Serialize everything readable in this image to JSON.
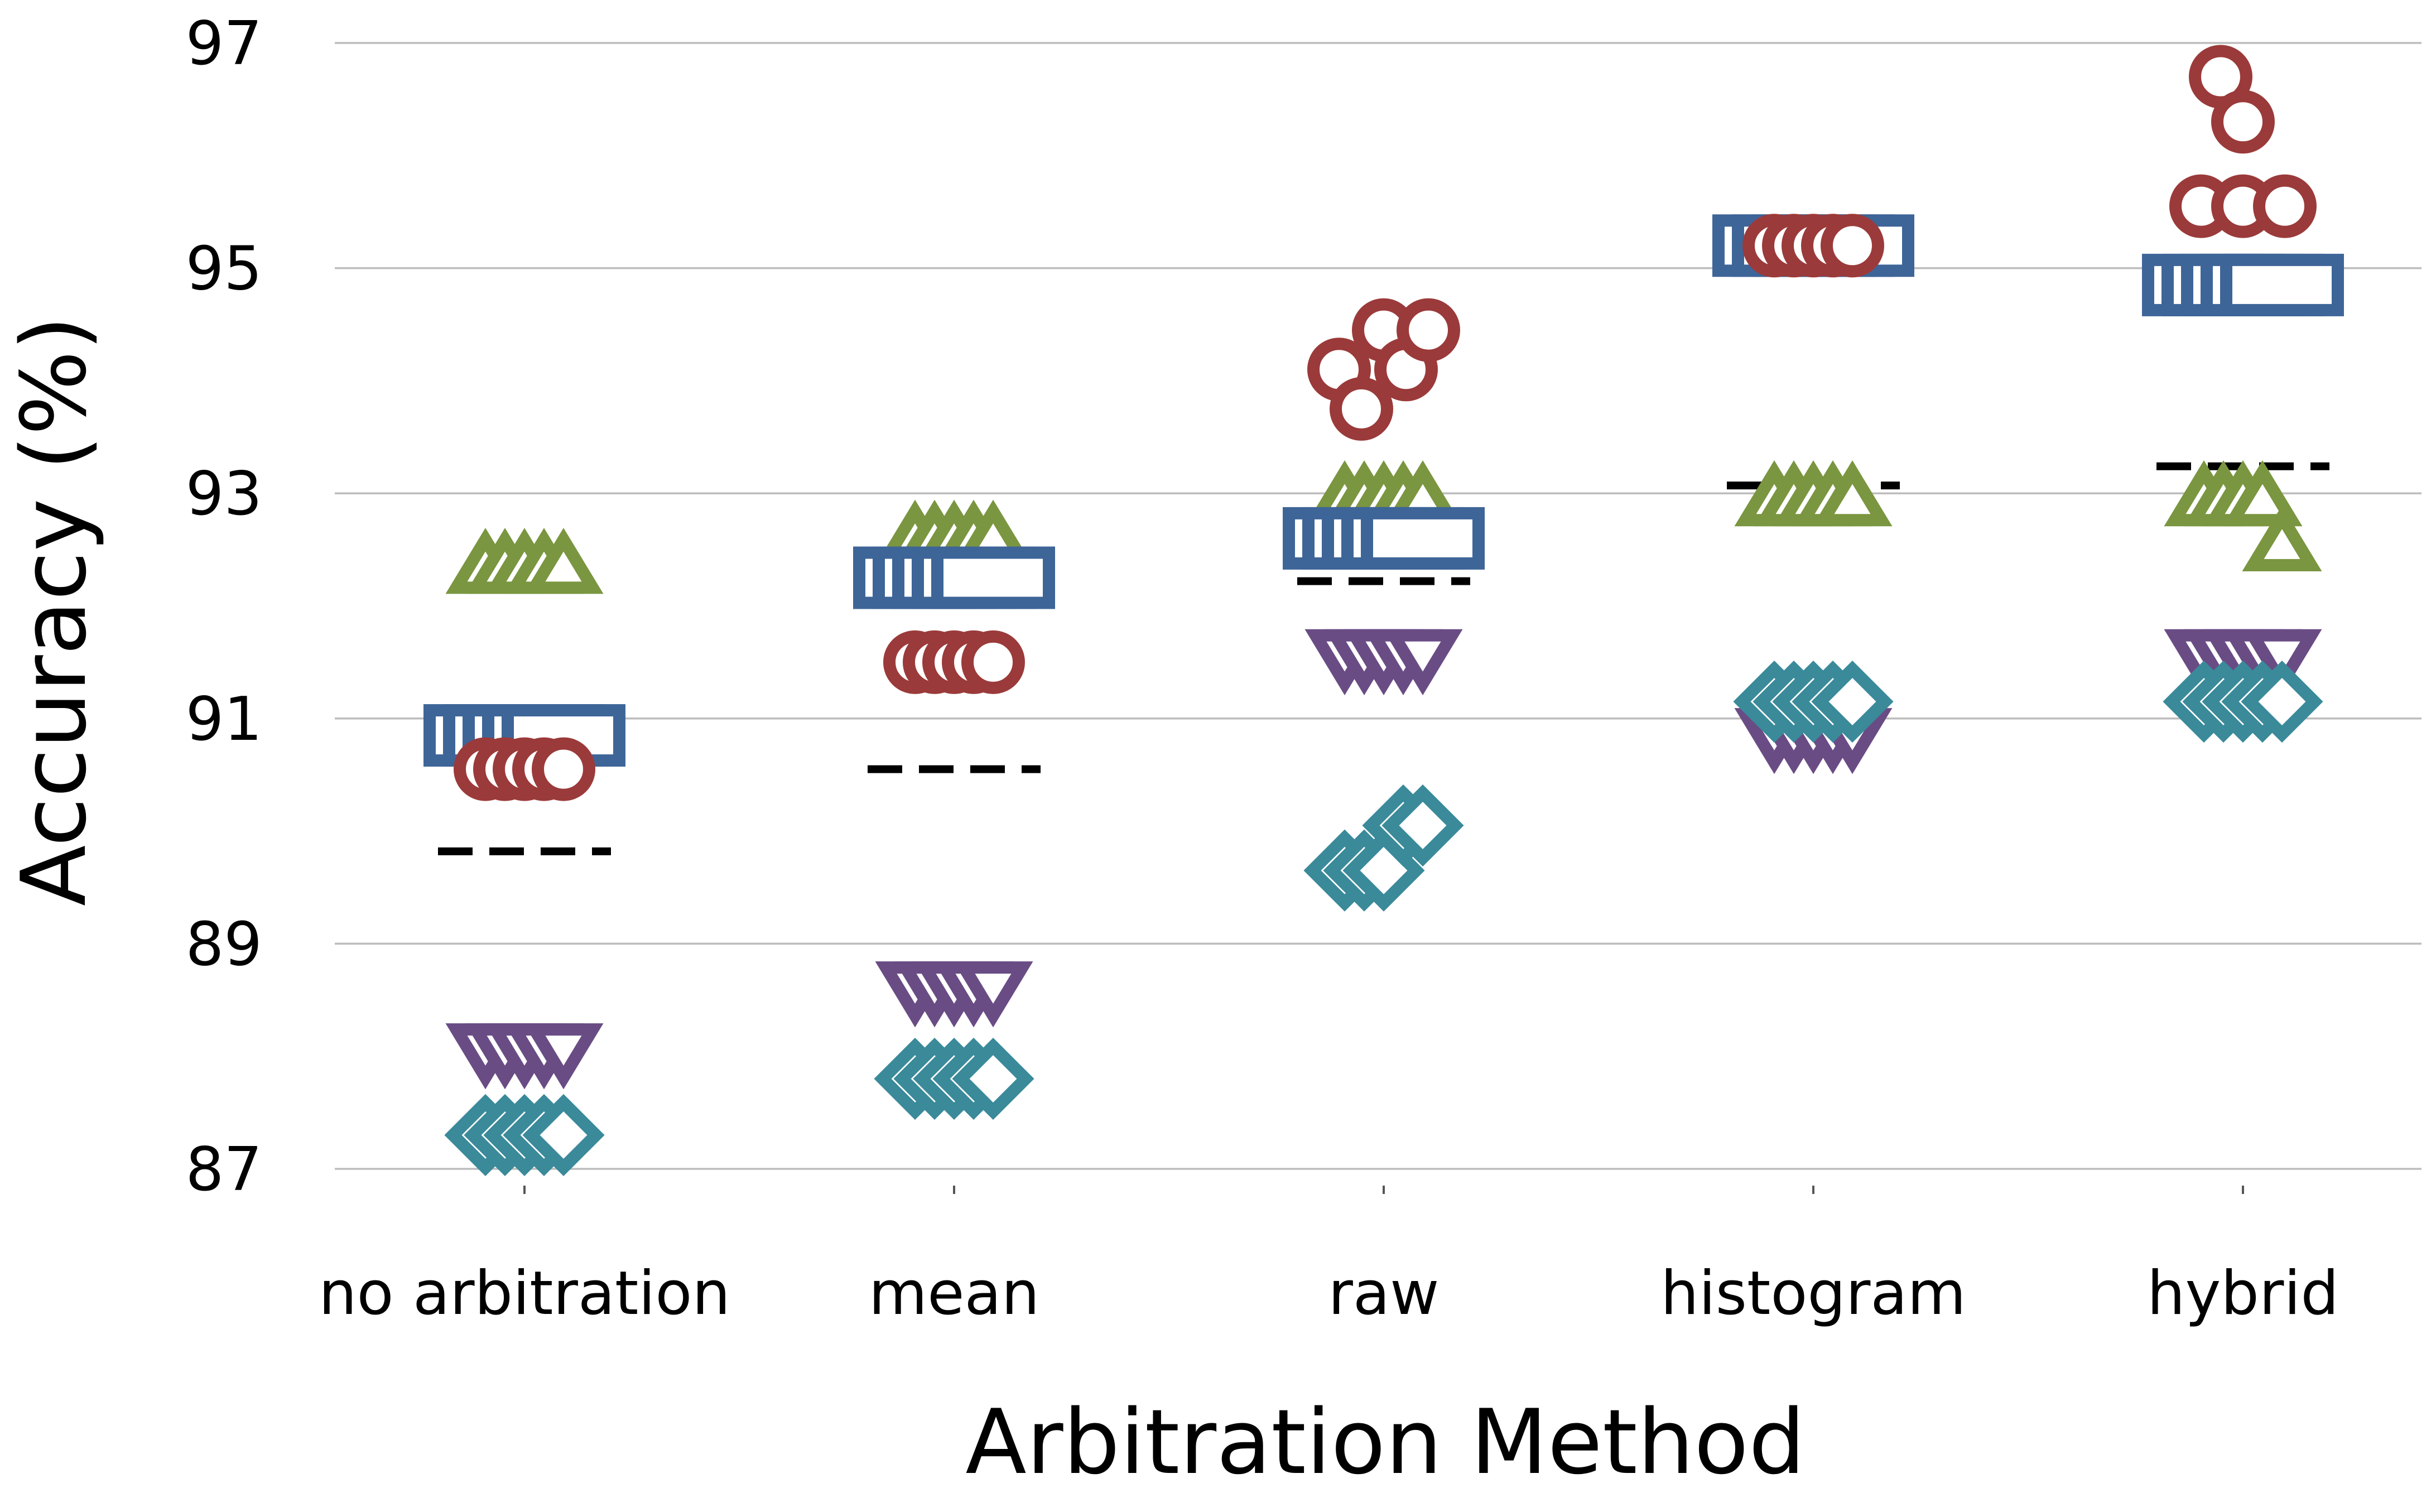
{
  "chart_data": {
    "type": "scatter",
    "xlabel": "Arbitration Method",
    "ylabel": "Accuracy (%)",
    "categories": [
      "no arbitration",
      "mean",
      "raw",
      "histogram",
      "hybrid"
    ],
    "ylim": [
      87,
      97
    ],
    "yticks": [
      87,
      89,
      91,
      93,
      95,
      97
    ],
    "grid": "horizontal",
    "series": [
      {
        "marker": "triangle-up",
        "color": "#7a9640",
        "points": [
          [
            92.35,
            92.35,
            92.35,
            92.35,
            92.35
          ],
          [
            92.6,
            92.6,
            92.6,
            92.6,
            92.6
          ],
          [
            92.95,
            92.95,
            92.95,
            92.95,
            92.95
          ],
          [
            92.95,
            92.95,
            92.95,
            92.95,
            92.95
          ],
          [
            92.95,
            92.95,
            92.95,
            92.95,
            92.55
          ]
        ]
      },
      {
        "marker": "square",
        "color": "#3e6598",
        "points": [
          [
            90.85,
            90.85,
            90.85,
            90.85,
            90.85
          ],
          [
            92.25,
            92.25,
            92.25,
            92.25,
            92.25
          ],
          [
            92.6,
            92.6,
            92.6,
            92.6,
            92.6
          ],
          [
            95.2,
            95.2,
            95.2,
            95.2,
            95.2
          ],
          [
            94.85,
            94.85,
            94.85,
            94.85,
            94.85
          ]
        ]
      },
      {
        "marker": "circle",
        "color": "#9b3a3a",
        "points": [
          [
            90.55,
            90.55,
            90.55,
            90.55,
            90.55
          ],
          [
            91.5,
            91.5,
            91.5,
            91.5,
            91.5
          ],
          [
            94.1,
            94.45,
            93.75,
            94.1,
            94.45
          ],
          [
            95.2,
            95.2,
            95.2,
            95.2,
            95.2
          ],
          [
            96.7,
            96.3,
            95.55,
            95.55,
            95.55
          ]
        ]
      },
      {
        "marker": "triangle-down",
        "color": "#6a4c85",
        "points": [
          [
            88.05,
            88.05,
            88.05,
            88.05,
            88.05
          ],
          [
            88.6,
            88.6,
            88.6,
            88.6,
            88.6
          ],
          [
            91.55,
            91.55,
            91.55,
            91.55,
            91.55
          ],
          [
            90.85,
            90.85,
            90.85,
            90.85,
            90.85
          ],
          [
            91.55,
            91.55,
            91.55,
            91.55,
            91.55
          ]
        ]
      },
      {
        "marker": "diamond",
        "color": "#3a8a9a",
        "points": [
          [
            87.3,
            87.3,
            87.3,
            87.3,
            87.3
          ],
          [
            87.8,
            87.8,
            87.8,
            87.8,
            87.8
          ],
          [
            89.65,
            89.65,
            89.65,
            90.05,
            90.05
          ],
          [
            91.15,
            91.15,
            91.15,
            91.15,
            91.15
          ],
          [
            91.15,
            91.15,
            91.15,
            91.15,
            91.15
          ]
        ]
      }
    ],
    "means": [
      89.82,
      90.55,
      92.22,
      93.07,
      93.24
    ],
    "mean_line_color": "#000000"
  }
}
